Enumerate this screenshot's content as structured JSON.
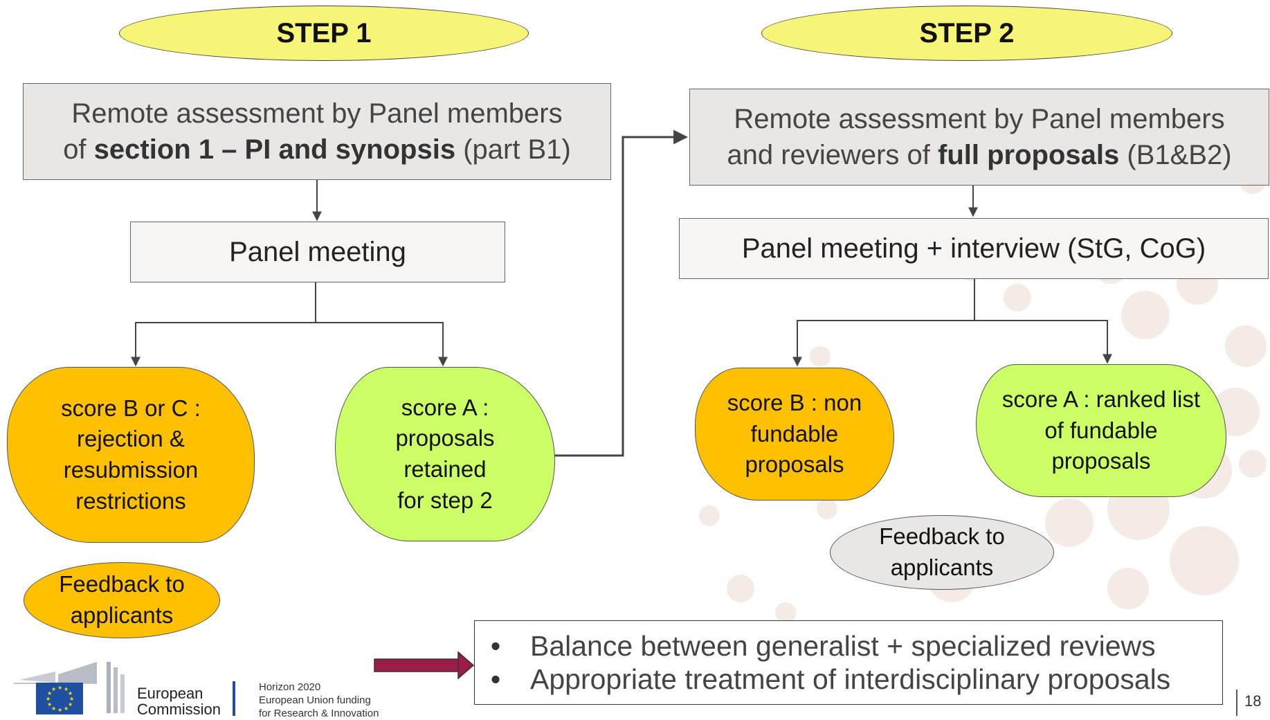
{
  "step1": {
    "label": "STEP 1",
    "remote_box": {
      "line1": "Remote assessment by Panel members",
      "line2_pre": "of ",
      "line2_bold": "section 1 – PI and synopsis",
      "line2_post": " (part B1)"
    },
    "panel_meeting": "Panel meeting",
    "score_bc": {
      "lines": [
        "score B or C :",
        "rejection &",
        "resubmission",
        "restrictions"
      ]
    },
    "score_a": {
      "lines": [
        "score A :",
        "proposals",
        "retained",
        "for step 2"
      ]
    },
    "feedback": {
      "lines": [
        "Feedback to",
        "applicants"
      ]
    }
  },
  "step2": {
    "label": "STEP 2",
    "remote_box": {
      "line1": "Remote assessment by Panel members",
      "line2_pre": "and reviewers of ",
      "line2_bold": "full proposals",
      "line2_post": " (B1&B2)"
    },
    "panel_meeting": "Panel meeting + interview (StG, CoG)",
    "score_b": {
      "lines": [
        "score B : non",
        "fundable",
        "proposals"
      ]
    },
    "score_a": {
      "lines": [
        "score A : ranked list",
        "of fundable",
        "proposals"
      ]
    },
    "feedback": {
      "lines": [
        "Feedback to",
        "applicants"
      ]
    }
  },
  "bullets": [
    "Balance between generalist + specialized reviews",
    "Appropriate treatment of interdisciplinary proposals"
  ],
  "footer": {
    "org_line1": "European",
    "org_line2": "Commission",
    "program_lines": [
      "Horizon 2020",
      "European Union funding",
      "for Research & Innovation"
    ],
    "page_number": "18"
  },
  "colors": {
    "step_pill": "#f7f577",
    "orange": "#ffc000",
    "green": "#ccff66",
    "grey_box": "#e9e6e4",
    "arrow_maroon": "#9b1b4a",
    "eu_blue": "#1f4fa0"
  }
}
